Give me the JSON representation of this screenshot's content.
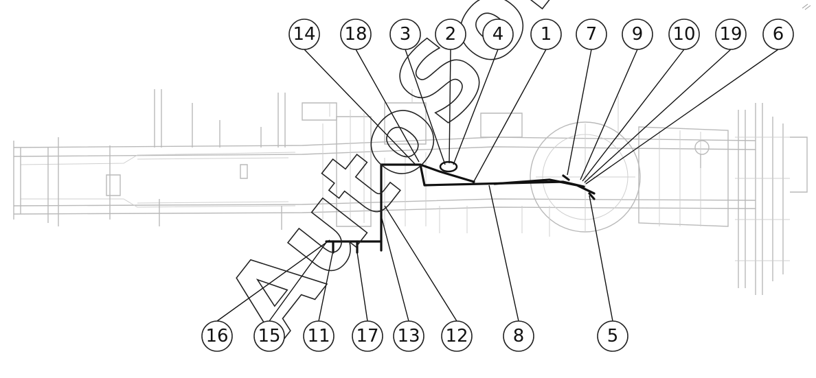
{
  "callouts": [
    "14",
    "18",
    "3",
    "2",
    "4",
    "1",
    "7",
    "9",
    "10",
    "19",
    "6",
    "16",
    "15",
    "11",
    "17",
    "13",
    "12",
    "8",
    "5"
  ],
  "watermark": {
    "text": "AutoSoft"
  },
  "colors": {
    "frame": "#b9b9b9",
    "harness": "#111111",
    "callout": "#222222"
  }
}
